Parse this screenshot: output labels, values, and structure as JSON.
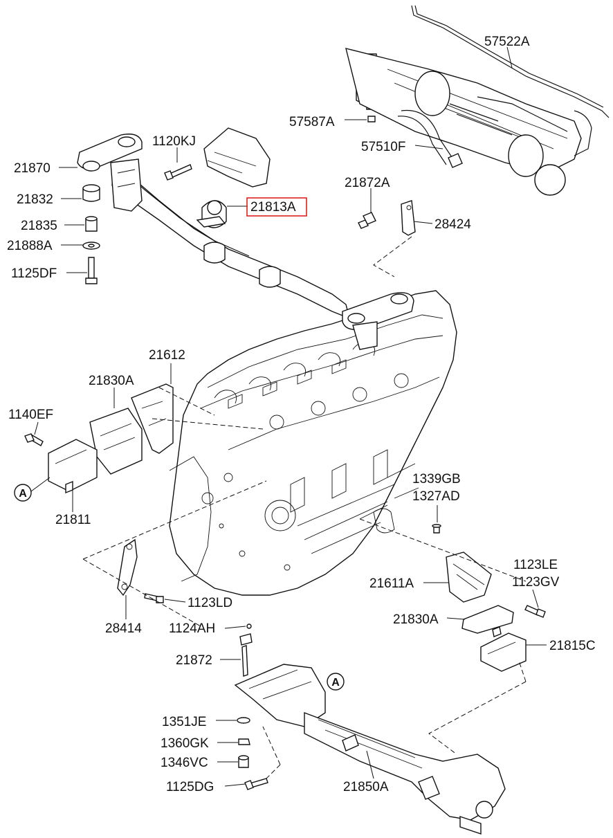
{
  "highlight_color": "#e0201c",
  "callout_A": "A",
  "labels": {
    "p57522A": "57522A",
    "p57587A": "57587A",
    "p57510F": "57510F",
    "p1120KJ": "1120KJ",
    "p21870": "21870",
    "p21832": "21832",
    "p21835": "21835",
    "p21888A": "21888A",
    "p1125DF": "1125DF",
    "p21813A": "21813A",
    "p21872A": "21872A",
    "p28424": "28424",
    "p21612": "21612",
    "p21830A_top": "21830A",
    "p1140EF": "1140EF",
    "p21811": "21811",
    "p1339GB": "1339GB",
    "p1327AD": "1327AD",
    "p1123LE": "1123LE",
    "p1123GV": "1123GV",
    "p21611A": "21611A",
    "p21830A_bottom": "21830A",
    "p21815C": "21815C",
    "p28414": "28414",
    "p1123LD": "1123LD",
    "p1124AH": "1124AH",
    "p21872": "21872",
    "p1351JE": "1351JE",
    "p1360GK": "1360GK",
    "p1346VC": "1346VC",
    "p1125DG": "1125DG",
    "p21850A": "21850A"
  }
}
